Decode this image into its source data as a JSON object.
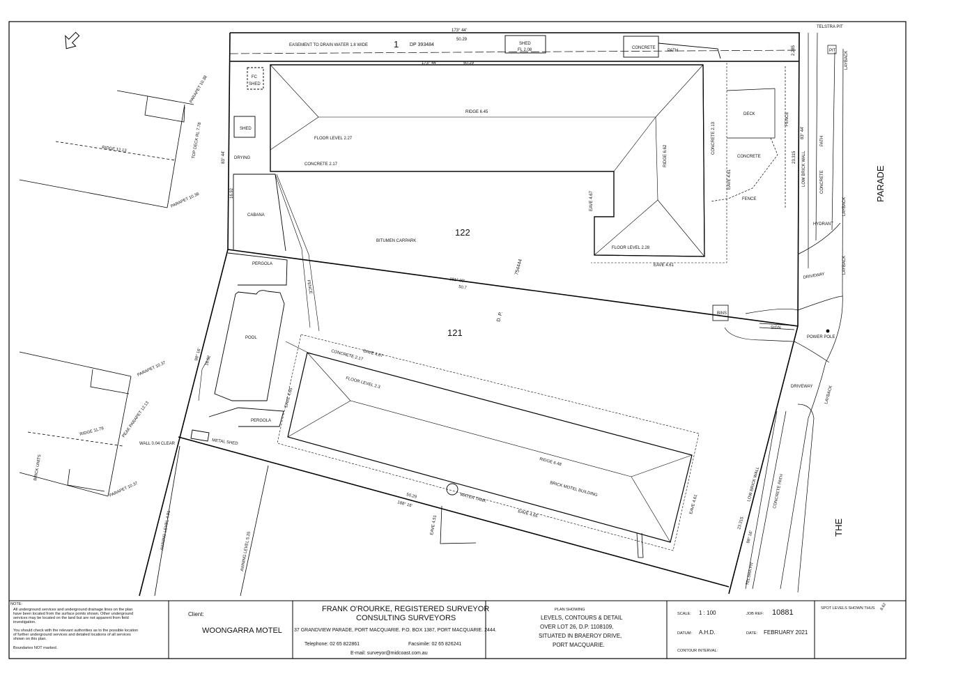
{
  "plan": {
    "bearings": {
      "top": "173°  44'",
      "top_inner": "173°  44'",
      "mid": "181°  00'",
      "bottom": "188°  16'",
      "left_upper": "83°  44'",
      "left_lower": "98°  16'",
      "right_upper": "83°  44'",
      "right_lower": "98°  16'"
    },
    "distances": {
      "top": "50.29",
      "top_inner": "50.29",
      "mid": "50.7",
      "bottom": "50.29",
      "left_upper": "16.92",
      "left_lower": "16.92",
      "right_upper": "23.315",
      "right_lower": "23.315",
      "easement_width": "2.285"
    },
    "lots": {
      "lot_top": "1",
      "dp_top": "DP 393484",
      "lot_122": "122",
      "lot_121": "121",
      "dp_mid": "754444",
      "dp_letters": "D.   P."
    },
    "labels": {
      "easement": "EASEMENT TO DRAIN WATER 1.8 WIDE",
      "shed_fl": "SHED",
      "shed_fl_level": "FL 2.08",
      "concrete_top": "CONCRETE",
      "path_top": "PATH",
      "fc": "FC",
      "shed_small": "SHED",
      "shed_left": "SHED",
      "drying": "DRYING",
      "ridge_645": "RIDGE 6.45",
      "floor_227": "FLOOR LEVEL 2.27",
      "concrete_217": "CONCRETE 2.17",
      "ridge_662": "RIDGE 6.62",
      "eave_467_upper": "EAVE 4.67",
      "floor_228": "FLOOR LEVEL 2.28",
      "eave_461_upper": "EAVE 4.61",
      "concrete_213": "CONCRETE 2.13",
      "deck": "DECK",
      "concrete_deck": "CONCRETE",
      "eave_461_deck": "EAVE 4.61",
      "fence_deck": "FENCE",
      "fence_deck2": "FENCE",
      "cabana": "CABANA",
      "bitumen": "BITUMEN   CARPARK",
      "pergola_top": "PERGOLA",
      "fence_mid": "FENCE",
      "pool": "POOL",
      "concrete_217b": "CONCRETE 2.17",
      "eave_467_lower": "EAVE 4.67",
      "floor_23": "FLOOR LEVEL 2.3",
      "eave_465_left": "EAVE 4.65",
      "pergola_bottom": "PERGOLA",
      "metal_shed": "METAL SHED",
      "ridge_648": "RIDGE 6.48",
      "brick_motel": "BRICK MOTEL BUILDING",
      "water_tank": "WATER TANK",
      "eave_465_bottom": "EAVE 4.65",
      "eave_461_lower": "EAVE 4.61",
      "eave_451": "EAVE 4.51",
      "bins": "BINS",
      "sign": "SIGN",
      "power_pole": "POWER POLE",
      "driveway_upper": "DRIVEWAY",
      "driveway_lower": "DRIVEWAY",
      "hydrant": "HYDRANT",
      "low_brick_upper": "LOW BRICK WALL",
      "low_brick_lower": "LOW BRICK WALL",
      "concrete_path_upper": "CONCRETE",
      "path_upper": "PATH",
      "concrete_path_lower": "CONCRETE  PATH",
      "layback_1": "LAYBACK",
      "layback_2": "LAYBACK",
      "layback_3": "LAYBACK",
      "layback_4": "LAYBACK",
      "telstra_pit": "TELSTRA PIT",
      "pit": "PIT",
      "telstra_pit_lower": "TELSRA PIT",
      "street_parade": "PARADE",
      "street_the": "THE",
      "parapet_1038_top": "PARAPET 10.38",
      "top_deck": "TOP DECK RL 7.78",
      "ridge_1213": "RIDGE 12.13",
      "parapet_1038_bot": "PARAPET 10.38",
      "parapet_1037_top": "PARAPET 10.37",
      "peak_parapet": "PEAK PARAPET 12.13",
      "ridge_1178": "RIDGE 11.78",
      "wall_clear": "WALL 0.04 CLEAR",
      "brick_units": "BRICK UNITS",
      "parapet_1037_bot": "PARAPET 10.37",
      "awning_491": "AWNING LEVEL 4.91",
      "awning_525": "AWNING LEVEL 5.25"
    }
  },
  "title_block": {
    "note_heading": "NOTE:",
    "note_lines": [
      "All underground services and underground drainage lines on the plan",
      "have been located from the surface points shown. Other underground",
      "services may be located on the land but are not apparent from field",
      "investigation.",
      "You should check with the relevant authorities as to the possible location",
      "of further underground services and detailed locations of all services",
      "shown on this plan."
    ],
    "boundaries_note": "Boundaries NOT marked.",
    "client_label": "Client:",
    "client_name": "WOONGARRA MOTEL",
    "surveyor_line1": "FRANK O'ROURKE, REGISTERED SURVEYOR",
    "surveyor_line2": "CONSULTING SURVEYORS",
    "address": "37 GRANDVIEW PARADE, PORT MACQUARIE.  P.O. BOX 1387, PORT MACQUARIE. 2444.",
    "telephone": "Telephone: 02 65 822861",
    "facsimile": "Facsimile: 02 65 826241",
    "email": "E-mail: surveyor@midcoast.com.au",
    "plan_showing": "PLAN SHOWING",
    "plan_lines": [
      "LEVELS, CONTOURS & DETAIL",
      "OVER LOT 26, D.P. 1108109,",
      "SITUATED IN BRAEROY DRIVE,",
      "PORT MACQUARIE."
    ],
    "scale_label": "SCALE:",
    "scale_value": "1 : 100",
    "job_label": "JOB REF:",
    "job_value": "10881",
    "datum_label": "DATUM:",
    "datum_value": "A.H.D.",
    "date_label": "DATE:",
    "date_value": "FEBRUARY 2021",
    "contour_label": "CONTOUR INTERVAL:",
    "spot_label": "SPOT LEVELS SHOWN THUS",
    "spot_value": "8.62"
  }
}
